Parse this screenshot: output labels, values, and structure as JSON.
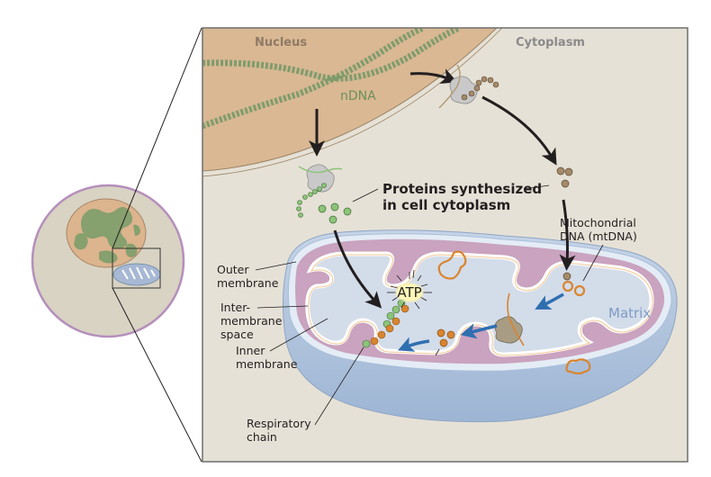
{
  "title": "Nuclear and mitochondrial DNA protein synthesis",
  "regions": {
    "nucleus": "Nucleus",
    "cytoplasm": "Cytoplasm",
    "matrix": "Matrix"
  },
  "labels": {
    "ndna": "nDNA",
    "proteins_line1": "Proteins synthesized",
    "proteins_line2": "in cell cytoplasm",
    "mtdna_line1": "Mitochondrial",
    "mtdna_line2": "DNA (mtDNA)",
    "outer_line1": "Outer",
    "outer_line2": "membrane",
    "inter_line1": "Inter-",
    "inter_line2": "membrane",
    "inter_line3": "space",
    "inner_line1": "Inner",
    "inner_line2": "membrane",
    "resp_line1": "Respiratory",
    "resp_line2": "chain",
    "atp": "ATP"
  },
  "colors": {
    "nucleus": "#d9b893",
    "cytoplasm": "#e6e1d6",
    "dna_green": "#7b9a6a",
    "protein_green": "#8cc47a",
    "protein_brown": "#a48a68",
    "mt_orange": "#d9852f",
    "membrane_purple": "#c9a3bf",
    "matrix_blue": "#d3dce9",
    "outer_blue": "#a9bfdb",
    "arrow_blue": "#2f6fb0",
    "arrow_black": "#231f20"
  }
}
